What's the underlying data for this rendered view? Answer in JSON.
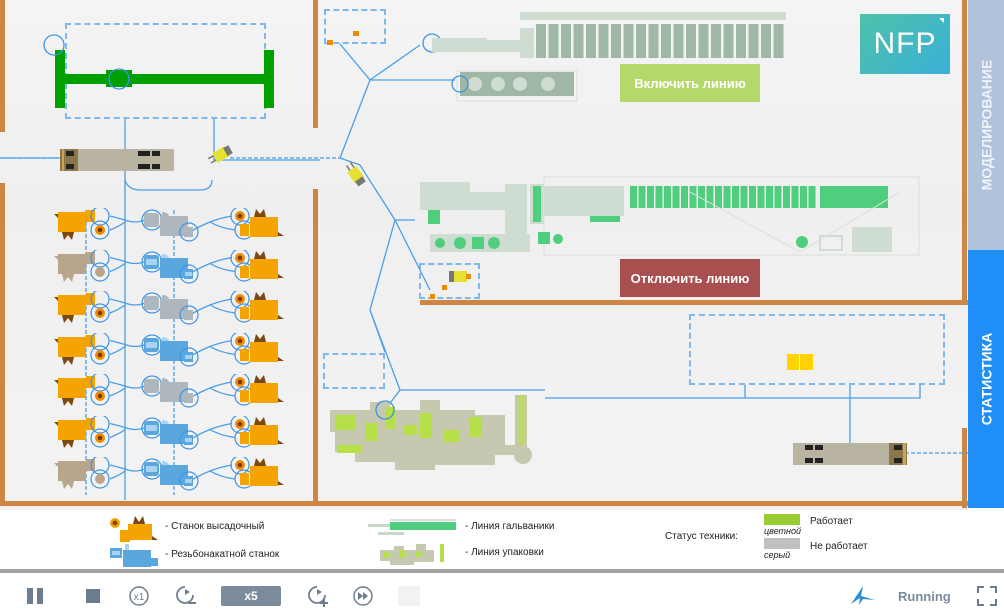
{
  "buttons": {
    "enable_line": "Включить линию",
    "disable_line": "Отключить линию"
  },
  "logo": {
    "text": "NFP"
  },
  "side_tabs": [
    {
      "label": "МОДЕЛИРОВАНИЕ",
      "active": false
    },
    {
      "label": "СТАТИСТИКА",
      "active": true
    }
  ],
  "machines": {
    "rows": [
      {
        "upsetting": "working",
        "threading": "idle",
        "upsetting_right": "working"
      },
      {
        "upsetting": "idle",
        "threading": "working",
        "upsetting_right": "working"
      },
      {
        "upsetting": "working",
        "threading": "idle",
        "upsetting_right": "working"
      },
      {
        "upsetting": "working",
        "threading": "working",
        "upsetting_right": "working"
      },
      {
        "upsetting": "working",
        "threading": "idle",
        "upsetting_right": "working"
      },
      {
        "upsetting": "working",
        "threading": "working",
        "upsetting_right": "working"
      },
      {
        "upsetting": "idle",
        "threading": "working",
        "upsetting_right": "working"
      }
    ]
  },
  "legend": {
    "upsetting_machine": "- Станок высадочный",
    "threading_machine": "- Резьбонакатной станок",
    "galvanic_line": "- Линия гальваники",
    "packing_line": "- Линия упаковки",
    "status_title": "Статус техники:",
    "status_working": "Работает",
    "status_working_note": "цветной",
    "status_idle": "Не работает",
    "status_idle_note": "серый"
  },
  "colors": {
    "working": "#9acd32",
    "idle": "#c0c0c0",
    "wall": "#cd8644",
    "accent": "#1f8ff7"
  },
  "toolbar": {
    "pause": "pause-icon",
    "stop": "stop-icon",
    "speed_x1": "x1",
    "speed_value": "x5",
    "status": "Running"
  }
}
